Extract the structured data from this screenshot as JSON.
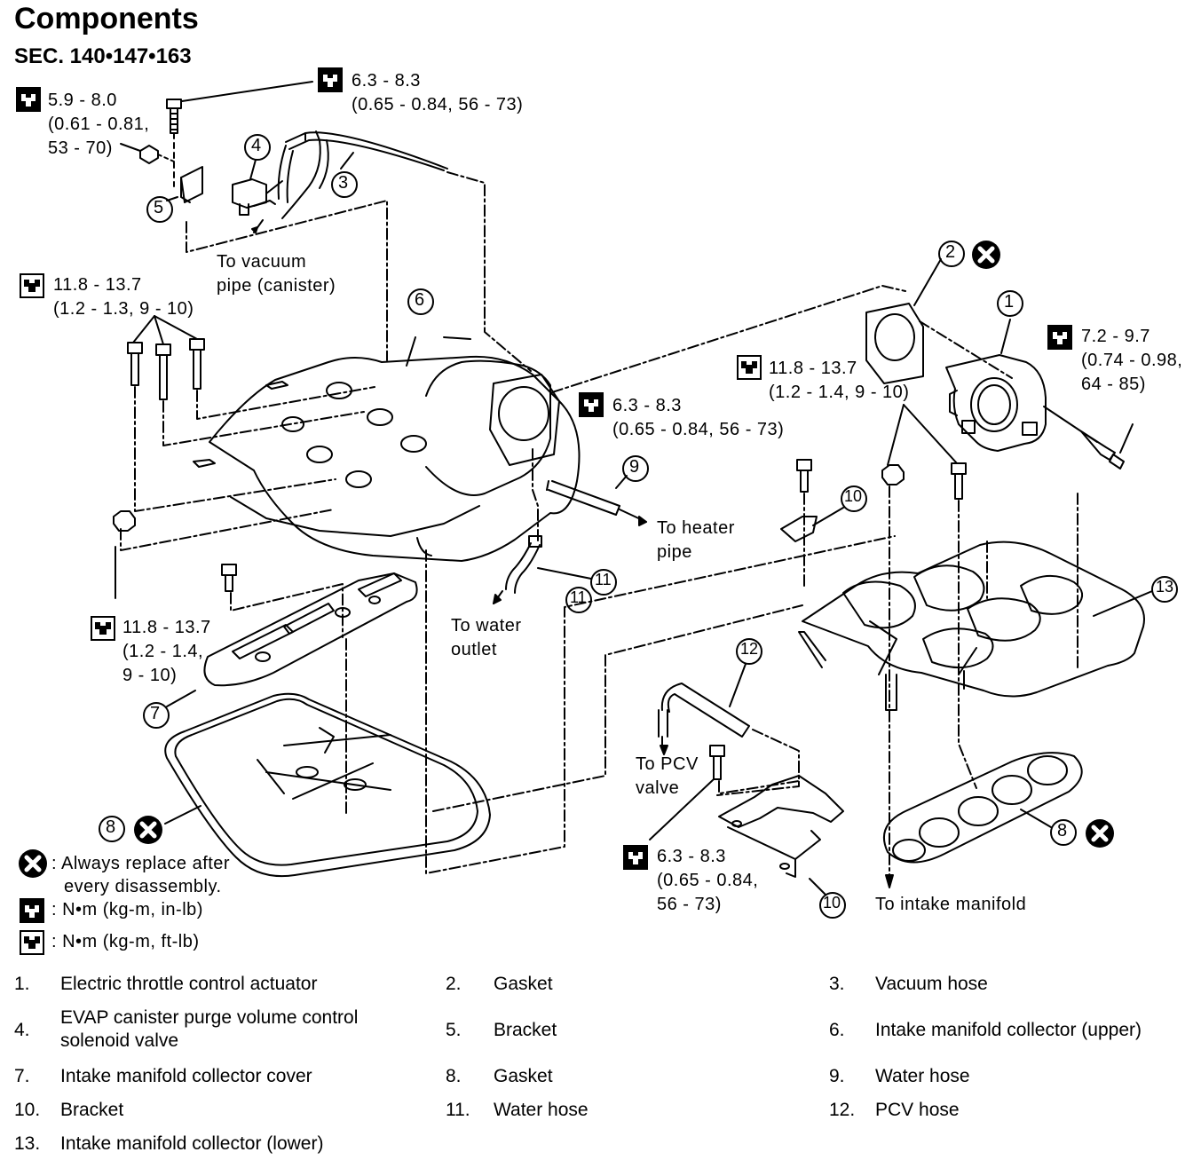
{
  "title": "Components",
  "section": "SEC. 140•147•163",
  "torque_specs": {
    "t1": {
      "value": "5.9 - 8.0",
      "sub1": "(0.61 - 0.81,",
      "sub2": "53 - 70)"
    },
    "t2": {
      "value": "6.3 - 8.3",
      "sub1": "(0.65 - 0.84, 56 - 73)"
    },
    "t3": {
      "value": "11.8 - 13.7",
      "sub1": "(1.2 - 1.3, 9 - 10)"
    },
    "t4": {
      "value": "6.3 - 8.3",
      "sub1": "(0.65 - 0.84, 56 - 73)"
    },
    "t5": {
      "value": "11.8 - 13.7",
      "sub1": "(1.2 - 1.4, 9 - 10)"
    },
    "t6": {
      "value": "7.2 - 9.7",
      "sub1": "(0.74 - 0.98,",
      "sub2": "64 - 85)"
    },
    "t7": {
      "value": "11.8 - 13.7",
      "sub1": "(1.2 - 1.4,",
      "sub2": "9 - 10)"
    },
    "t8": {
      "value": "6.3 - 8.3",
      "sub1": "(0.65 - 0.84,",
      "sub2": "56 - 73)"
    }
  },
  "callouts": {
    "vacuum": {
      "line1": "To vacuum",
      "line2": "pipe (canister)"
    },
    "heater": {
      "line1": "To heater",
      "line2": "pipe"
    },
    "water": {
      "line1": "To water",
      "line2": "outlet"
    },
    "pcv": {
      "line1": "To PCV",
      "line2": "valve"
    },
    "intake": {
      "line1": "To intake manifold"
    }
  },
  "part_numbers": [
    "1",
    "2",
    "3",
    "4",
    "5",
    "6",
    "7",
    "8",
    "9",
    "10",
    "11",
    "12",
    "13"
  ],
  "legend": {
    "replace": {
      "line1": ": Always replace after",
      "line2": "every disassembly."
    },
    "inlb": ": N•m (kg-m, in-lb)",
    "ftlb": ": N•m (kg-m, ft-lb)"
  },
  "parts_list": [
    {
      "num": "1.",
      "name": "Electric throttle control actuator"
    },
    {
      "num": "2.",
      "name": "Gasket"
    },
    {
      "num": "3.",
      "name": "Vacuum hose"
    },
    {
      "num": "4.",
      "name": "EVAP canister purge volume control",
      "name2": "solenoid valve"
    },
    {
      "num": "5.",
      "name": "Bracket"
    },
    {
      "num": "6.",
      "name": "Intake manifold collector (upper)"
    },
    {
      "num": "7.",
      "name": "Intake manifold collector cover"
    },
    {
      "num": "8.",
      "name": "Gasket"
    },
    {
      "num": "9.",
      "name": "Water hose"
    },
    {
      "num": "10.",
      "name": "Bracket"
    },
    {
      "num": "11.",
      "name": "Water hose"
    },
    {
      "num": "12.",
      "name": "PCV hose"
    },
    {
      "num": "13.",
      "name": "Intake manifold collector (lower)"
    }
  ]
}
